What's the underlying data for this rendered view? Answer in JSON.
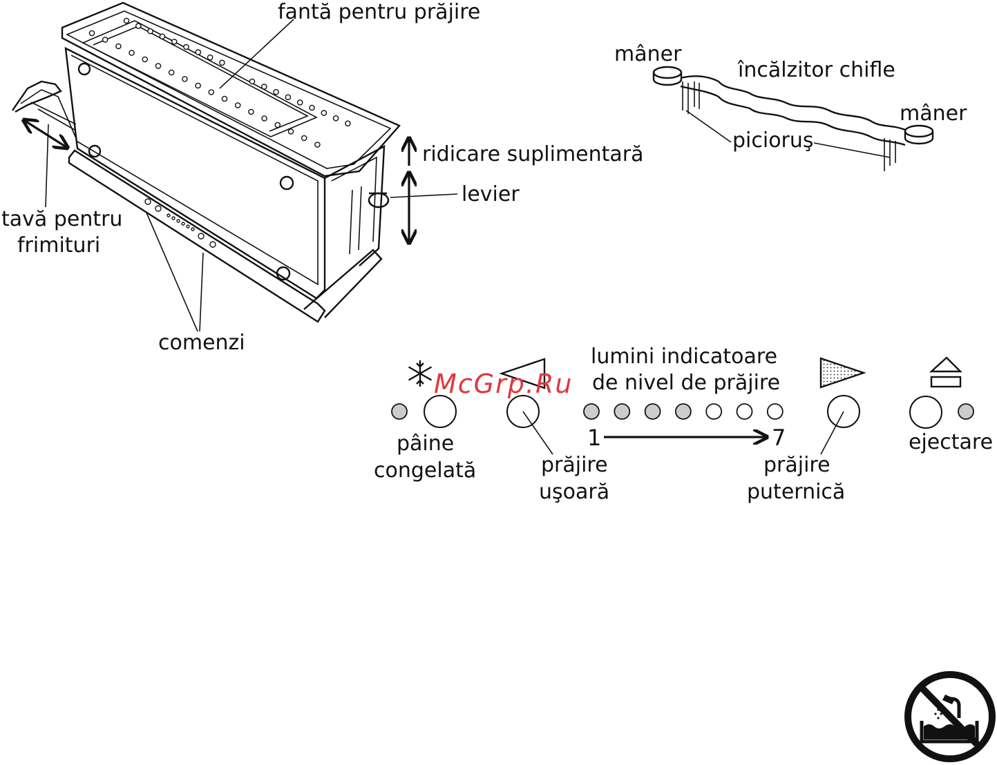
{
  "labels": {
    "slot": "fantă pentru prăjire",
    "crumb_tray_1": "tavă pentru",
    "crumb_tray_2": "frimituri",
    "controls": "comenzi",
    "extra_lift": "ridicare suplimentară",
    "lever": "levier",
    "handle_left": "mâner",
    "bun_warmer": "încălzitor chifle",
    "handle_right": "mâner",
    "foot": "picioruş"
  },
  "control_panel": {
    "indicator_title_1": "lumini indicatoare",
    "indicator_title_2": "de nivel de prăjire",
    "frozen_1": "pâine",
    "frozen_2": "congelată",
    "light_1": "prăjire",
    "light_2": "uşoară",
    "strong_1": "prăjire",
    "strong_2": "puternică",
    "eject": "ejectare",
    "range_start": "1",
    "range_end": "7",
    "levels_total": 7,
    "levels_lit": 4
  },
  "colors": {
    "line": "#111111",
    "lit_indicator": "#cccccc",
    "watermark": "#e0373d"
  },
  "icons": {
    "frozen": "snowflake-icon",
    "light": "triangle-left-outline-icon",
    "strong": "triangle-right-dotted-icon",
    "eject": "eject-icon",
    "no_immersion": "no-water-immersion-icon"
  },
  "watermark": "McGrp.Ru"
}
